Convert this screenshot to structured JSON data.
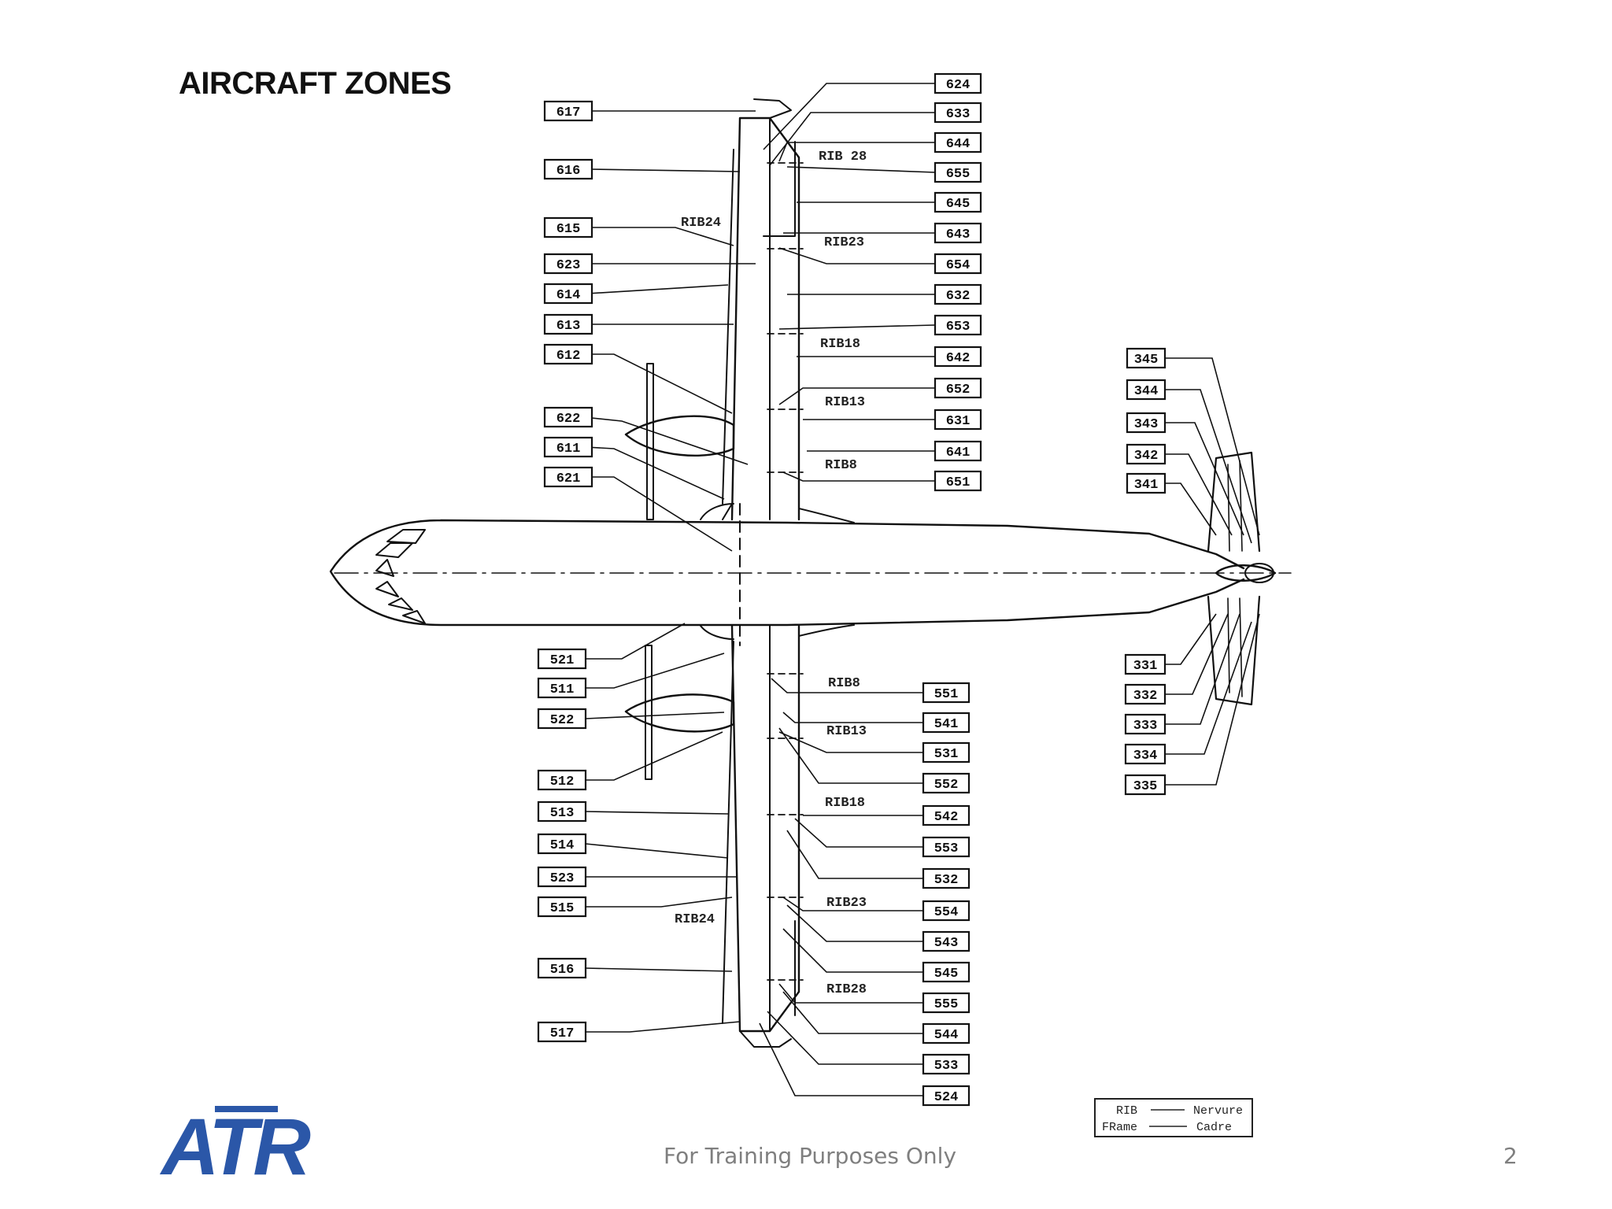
{
  "title": "AIRCRAFT ZONES",
  "footer": "For Training Purposes Only",
  "page_number": "2",
  "logo": {
    "text": "ATR",
    "color": "#2b57a8"
  },
  "colors": {
    "line": "#111111",
    "footer_text": "#7f7f7f"
  },
  "legend": {
    "rows": [
      {
        "term": "RIB",
        "translation": "Nervure"
      },
      {
        "term": "FRame",
        "translation": "Cadre"
      }
    ]
  },
  "rib_labels": {
    "upper": [
      "RIB24",
      "RIB 28",
      "RIB23",
      "RIB18",
      "RIB13",
      "RIB8"
    ],
    "lower": [
      "RIB8",
      "RIB13",
      "RIB18",
      "RIB23",
      "RIB24",
      "RIB28"
    ]
  },
  "zones": {
    "left_upper": [
      "617",
      "616",
      "615",
      "623",
      "614",
      "613",
      "612",
      "622",
      "611",
      "621"
    ],
    "right_upper": [
      "624",
      "633",
      "644",
      "655",
      "645",
      "643",
      "654",
      "632",
      "653",
      "642",
      "652",
      "631",
      "641",
      "651"
    ],
    "left_lower": [
      "521",
      "511",
      "522",
      "512",
      "513",
      "514",
      "523",
      "515",
      "516",
      "517"
    ],
    "right_lower": [
      "551",
      "541",
      "531",
      "552",
      "542",
      "553",
      "532",
      "554",
      "543",
      "545",
      "555",
      "544",
      "533",
      "524"
    ],
    "tail_upper": [
      "345",
      "344",
      "343",
      "342",
      "341"
    ],
    "tail_lower": [
      "331",
      "332",
      "333",
      "334",
      "335"
    ]
  }
}
